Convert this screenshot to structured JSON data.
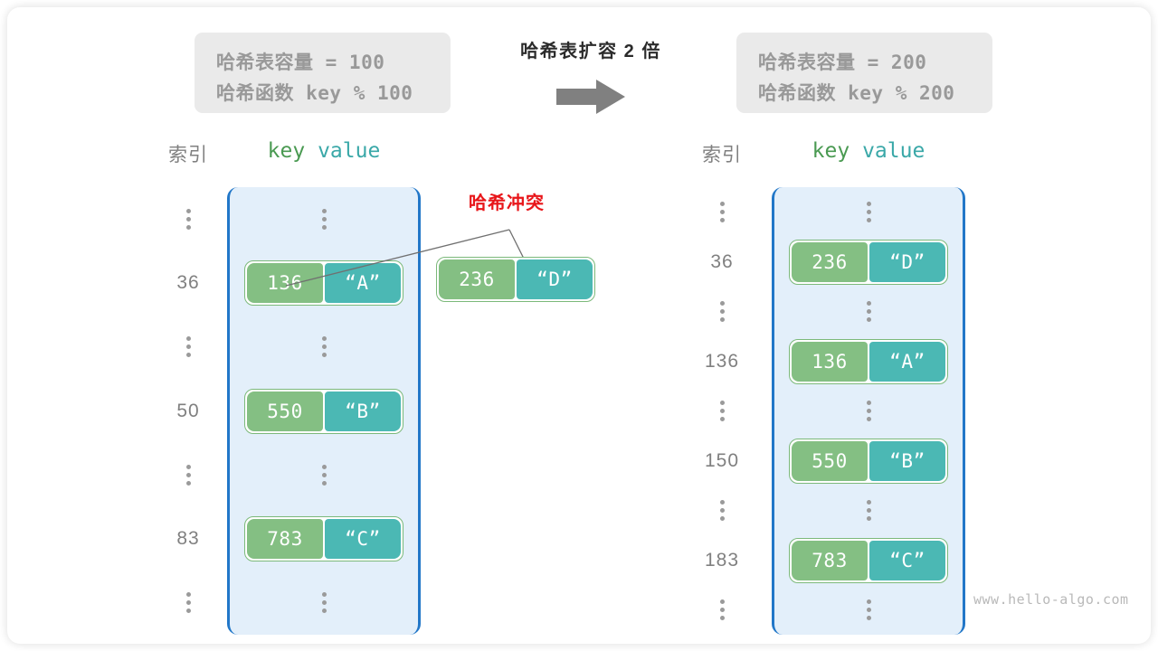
{
  "left_panel": {
    "info": {
      "line1": "哈希表容量 = 100",
      "line2": "哈希函数 key % 100"
    },
    "headers": {
      "index": "索引",
      "key": "key",
      "value": "value"
    },
    "rows": [
      {
        "index": "",
        "type": "dots"
      },
      {
        "index": "36",
        "type": "pair",
        "key": "136",
        "value": "“A”"
      },
      {
        "index": "",
        "type": "dots"
      },
      {
        "index": "50",
        "type": "pair",
        "key": "550",
        "value": "“B”"
      },
      {
        "index": "",
        "type": "dots"
      },
      {
        "index": "83",
        "type": "pair",
        "key": "783",
        "value": "“C”"
      },
      {
        "index": "",
        "type": "dots"
      }
    ]
  },
  "transform": {
    "label": "哈希表扩容 2 倍",
    "arrow": "right-arrow-icon"
  },
  "collision": {
    "label": "哈希冲突",
    "key": "236",
    "value": "“D”",
    "color": "#e8161a"
  },
  "right_panel": {
    "info": {
      "line1": "哈希表容量 = 200",
      "line2": "哈希函数 key % 200"
    },
    "headers": {
      "index": "索引",
      "key": "key",
      "value": "value"
    },
    "rows": [
      {
        "index": "",
        "type": "dots"
      },
      {
        "index": "36",
        "type": "pair",
        "key": "236",
        "value": "“D”"
      },
      {
        "index": "",
        "type": "dots"
      },
      {
        "index": "136",
        "type": "pair",
        "key": "136",
        "value": "“A”"
      },
      {
        "index": "",
        "type": "dots"
      },
      {
        "index": "150",
        "type": "pair",
        "key": "550",
        "value": "“B”"
      },
      {
        "index": "",
        "type": "dots"
      },
      {
        "index": "183",
        "type": "pair",
        "key": "783",
        "value": "“C”"
      },
      {
        "index": "",
        "type": "dots"
      }
    ]
  },
  "watermark": "www.hello-algo.com",
  "colors": {
    "key_cell": "#84bf83",
    "value_cell": "#4bb8b4",
    "table_fill": "#e3effa",
    "table_border": "#2277c8",
    "index_text": "#808080",
    "collision": "#e8161a"
  }
}
